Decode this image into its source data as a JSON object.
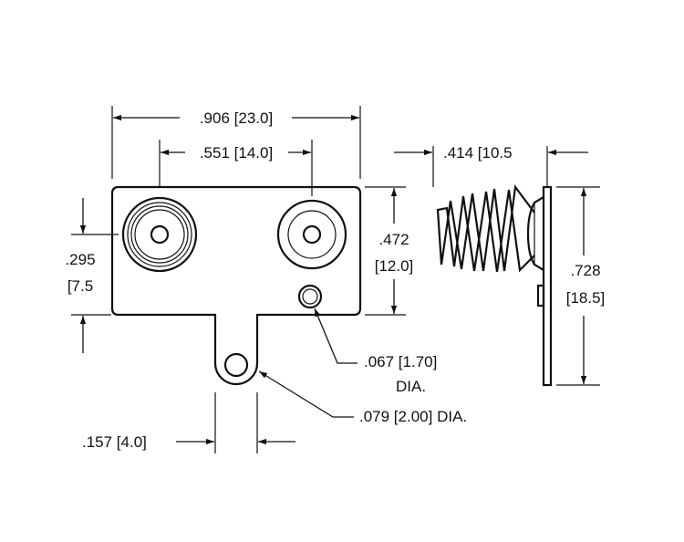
{
  "dimensions": {
    "overall_width": ".906 [23.0]",
    "contact_spacing": ".551 [14.0]",
    "spring_depth": ".414 [10.5",
    "top_offset_in": ".295",
    "top_offset_mm": "[7.5",
    "body_height_in": ".472",
    "body_height_mm": "[12.0]",
    "total_height_in": ".728",
    "total_height_mm": "[18.5]",
    "small_hole_dia": ".067 [1.70]",
    "small_hole_dia_label": "DIA.",
    "tab_hole_dia": ".079 [2.00] DIA.",
    "tab_width": ".157 [4.0]"
  }
}
